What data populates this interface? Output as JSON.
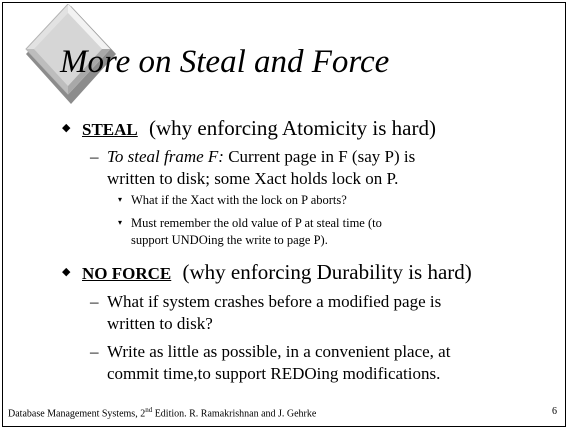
{
  "slide": {
    "title": "More on Steal and Force",
    "steal": {
      "keyword": "STEAL",
      "rest": "(why enforcing Atomicity is hard)",
      "sub": {
        "italic": "To steal frame F:",
        "line1": "Current page in F (say P) is",
        "line2": "written to disk; some Xact holds lock on P."
      },
      "bullets": [
        "What if the Xact with the lock on P aborts?",
        "Must remember the old value of P at steal time (to",
        "support UNDOing the write to page P)."
      ]
    },
    "noforce": {
      "keyword": "NO FORCE",
      "rest": "(why enforcing Durability is hard)",
      "items": [
        {
          "line1": "What if system crashes before a modified page is",
          "line2": "written to disk?"
        },
        {
          "line1": "Write as little as possible, in a convenient place, at",
          "line2": "commit time,to support REDOing modifications."
        }
      ]
    },
    "footer": {
      "prefix": "Database Management Systems, 2",
      "sup": "nd",
      "suffix": " Edition. R. Ramakrishnan and J. Gehrke"
    },
    "page_number": "6"
  },
  "colors": {
    "logo_light": "#e6e6e6",
    "logo_shadow": "#8c8c8c",
    "logo_edge": "#b4b4b4"
  }
}
